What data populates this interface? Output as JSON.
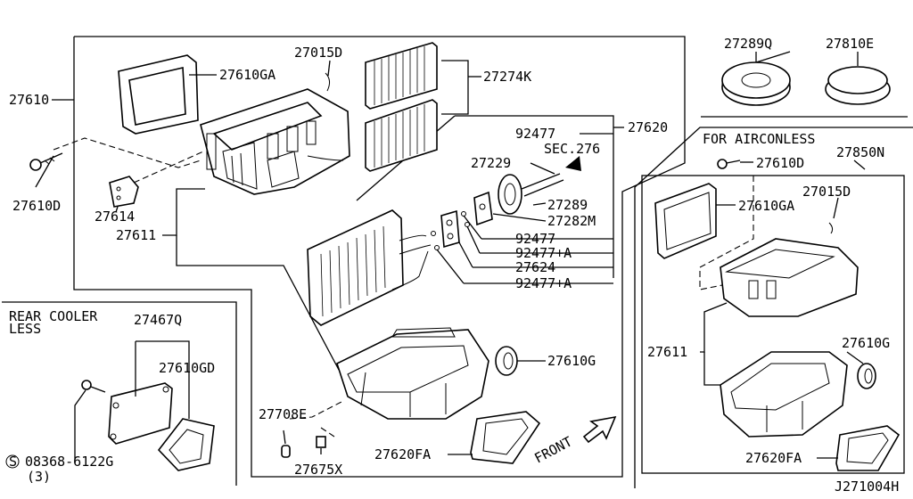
{
  "diagram_id": "J271004H",
  "section_labels": {
    "rear_cooler_less": [
      "REAR COOLER",
      "LESS"
    ],
    "for_airconless": "FOR AIRCONLESS",
    "sec_ref": "SEC.276",
    "front": "FRONT"
  },
  "parts": {
    "p27610": "27610",
    "p27610GA": "27610GA",
    "p27015D": "27015D",
    "p27274K": "27274K",
    "p27620": "27620",
    "p92477_top": "92477",
    "p27229": "27229",
    "p27289": "27289",
    "p27282M": "27282M",
    "p92477_mid": "92477",
    "p92477A_1": "92477+A",
    "p27624": "27624",
    "p92477A_2": "92477+A",
    "p27610D": "27610D",
    "p27614": "27614",
    "p27611": "27611",
    "p27610G": "27610G",
    "p27708E": "27708E",
    "p27620FA": "27620FA",
    "p27675X": "27675X",
    "p27467Q": "27467Q",
    "p27610GD": "27610GD",
    "p08368": "08368-6122G",
    "p08368_qty": "(3)",
    "s_symbol": "S",
    "p27289Q": "27289Q",
    "p27810E": "27810E",
    "b27610D": "27610D",
    "b27850N": "27850N",
    "b27610GA": "27610GA",
    "b27015D": "27015D",
    "b27611": "27611",
    "b27610G": "27610G",
    "b27620FA": "27620FA"
  }
}
